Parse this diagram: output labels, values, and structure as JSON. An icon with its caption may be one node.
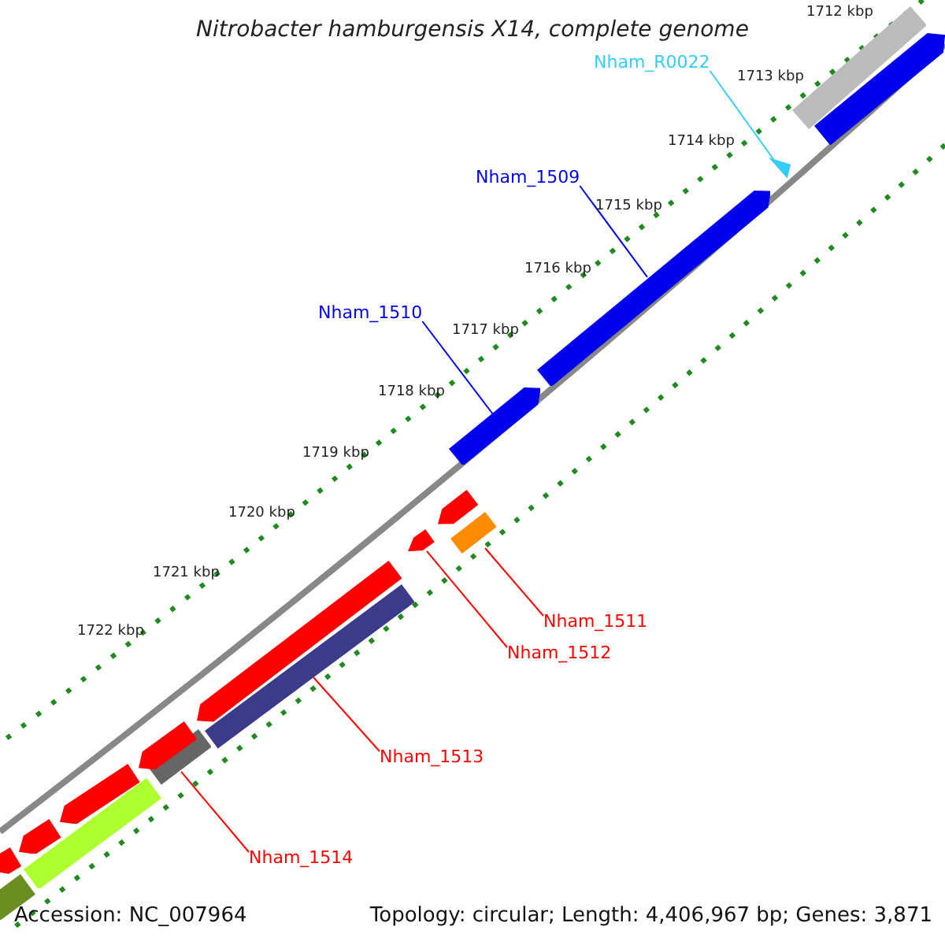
{
  "diagram": {
    "title": "Nitrobacter hamburgensis X14, complete genome",
    "nodes": [
      {
        "text": [
          "Nham_R0022"
        ]
      },
      {
        "text": [
          "Nham_1509"
        ]
      },
      {
        "text": [
          "Nham_1510"
        ]
      },
      {
        "text": [
          "Nham_1511"
        ]
      },
      {
        "text": [
          "Nham_1512"
        ]
      },
      {
        "text": [
          "Nham_1513"
        ]
      },
      {
        "text": [
          "Nham_1514"
        ]
      },
      {
        "text": [],
        "shape": "triangle"
      },
      {
        "text": [],
        "shape": "bar"
      },
      {
        "text": [],
        "shape": "bar"
      },
      {
        "text": [],
        "shape": "bar"
      },
      {
        "text": [],
        "shape": "bar"
      },
      {
        "text": [],
        "shape": "bar"
      },
      {
        "text": [],
        "shape": "bar"
      },
      {
        "text": [],
        "shape": "bar"
      },
      {
        "text": [],
        "shape": "bar"
      },
      {
        "text": [],
        "shape": "bar"
      },
      {
        "text": [],
        "shape": "bar"
      },
      {
        "text": [],
        "shape": "bar"
      },
      {
        "text": [],
        "shape": "bar"
      },
      {
        "text": [],
        "shape": "bar"
      },
      {
        "text": [],
        "shape": "bar"
      },
      {
        "text": [],
        "shape": "bar"
      },
      {
        "text": [],
        "shape": "bar"
      }
    ],
    "edges": [
      {
        "from": 0,
        "to": 7,
        "arrow": "none",
        "color": "#33ccff"
      },
      {
        "from": 1,
        "to": 8,
        "arrow": "none",
        "color": "#0000ee"
      },
      {
        "from": 2,
        "to": 9,
        "arrow": "none",
        "color": "#0000ee"
      },
      {
        "from": 3,
        "to": 10,
        "arrow": "none"
      },
      {
        "from": 4,
        "to": 11,
        "arrow": "none"
      },
      {
        "from": 5,
        "to": 12,
        "arrow": "none"
      },
      {
        "from": 6,
        "to": 13,
        "arrow": "none"
      }
    ],
    "labels": [
      "1712 kbp",
      "1713 kbp",
      "1714 kbp",
      "1715 kbp",
      "1716 kbp",
      "1717 kbp",
      "1718 kbp",
      "1719 kbp",
      "1720 kbp",
      "1721 kbp",
      "1722 kbp",
      "Accession: NC_007964",
      "Topology: circular; Length: 4,406,967 bp; Genes: 3,871"
    ]
  }
}
